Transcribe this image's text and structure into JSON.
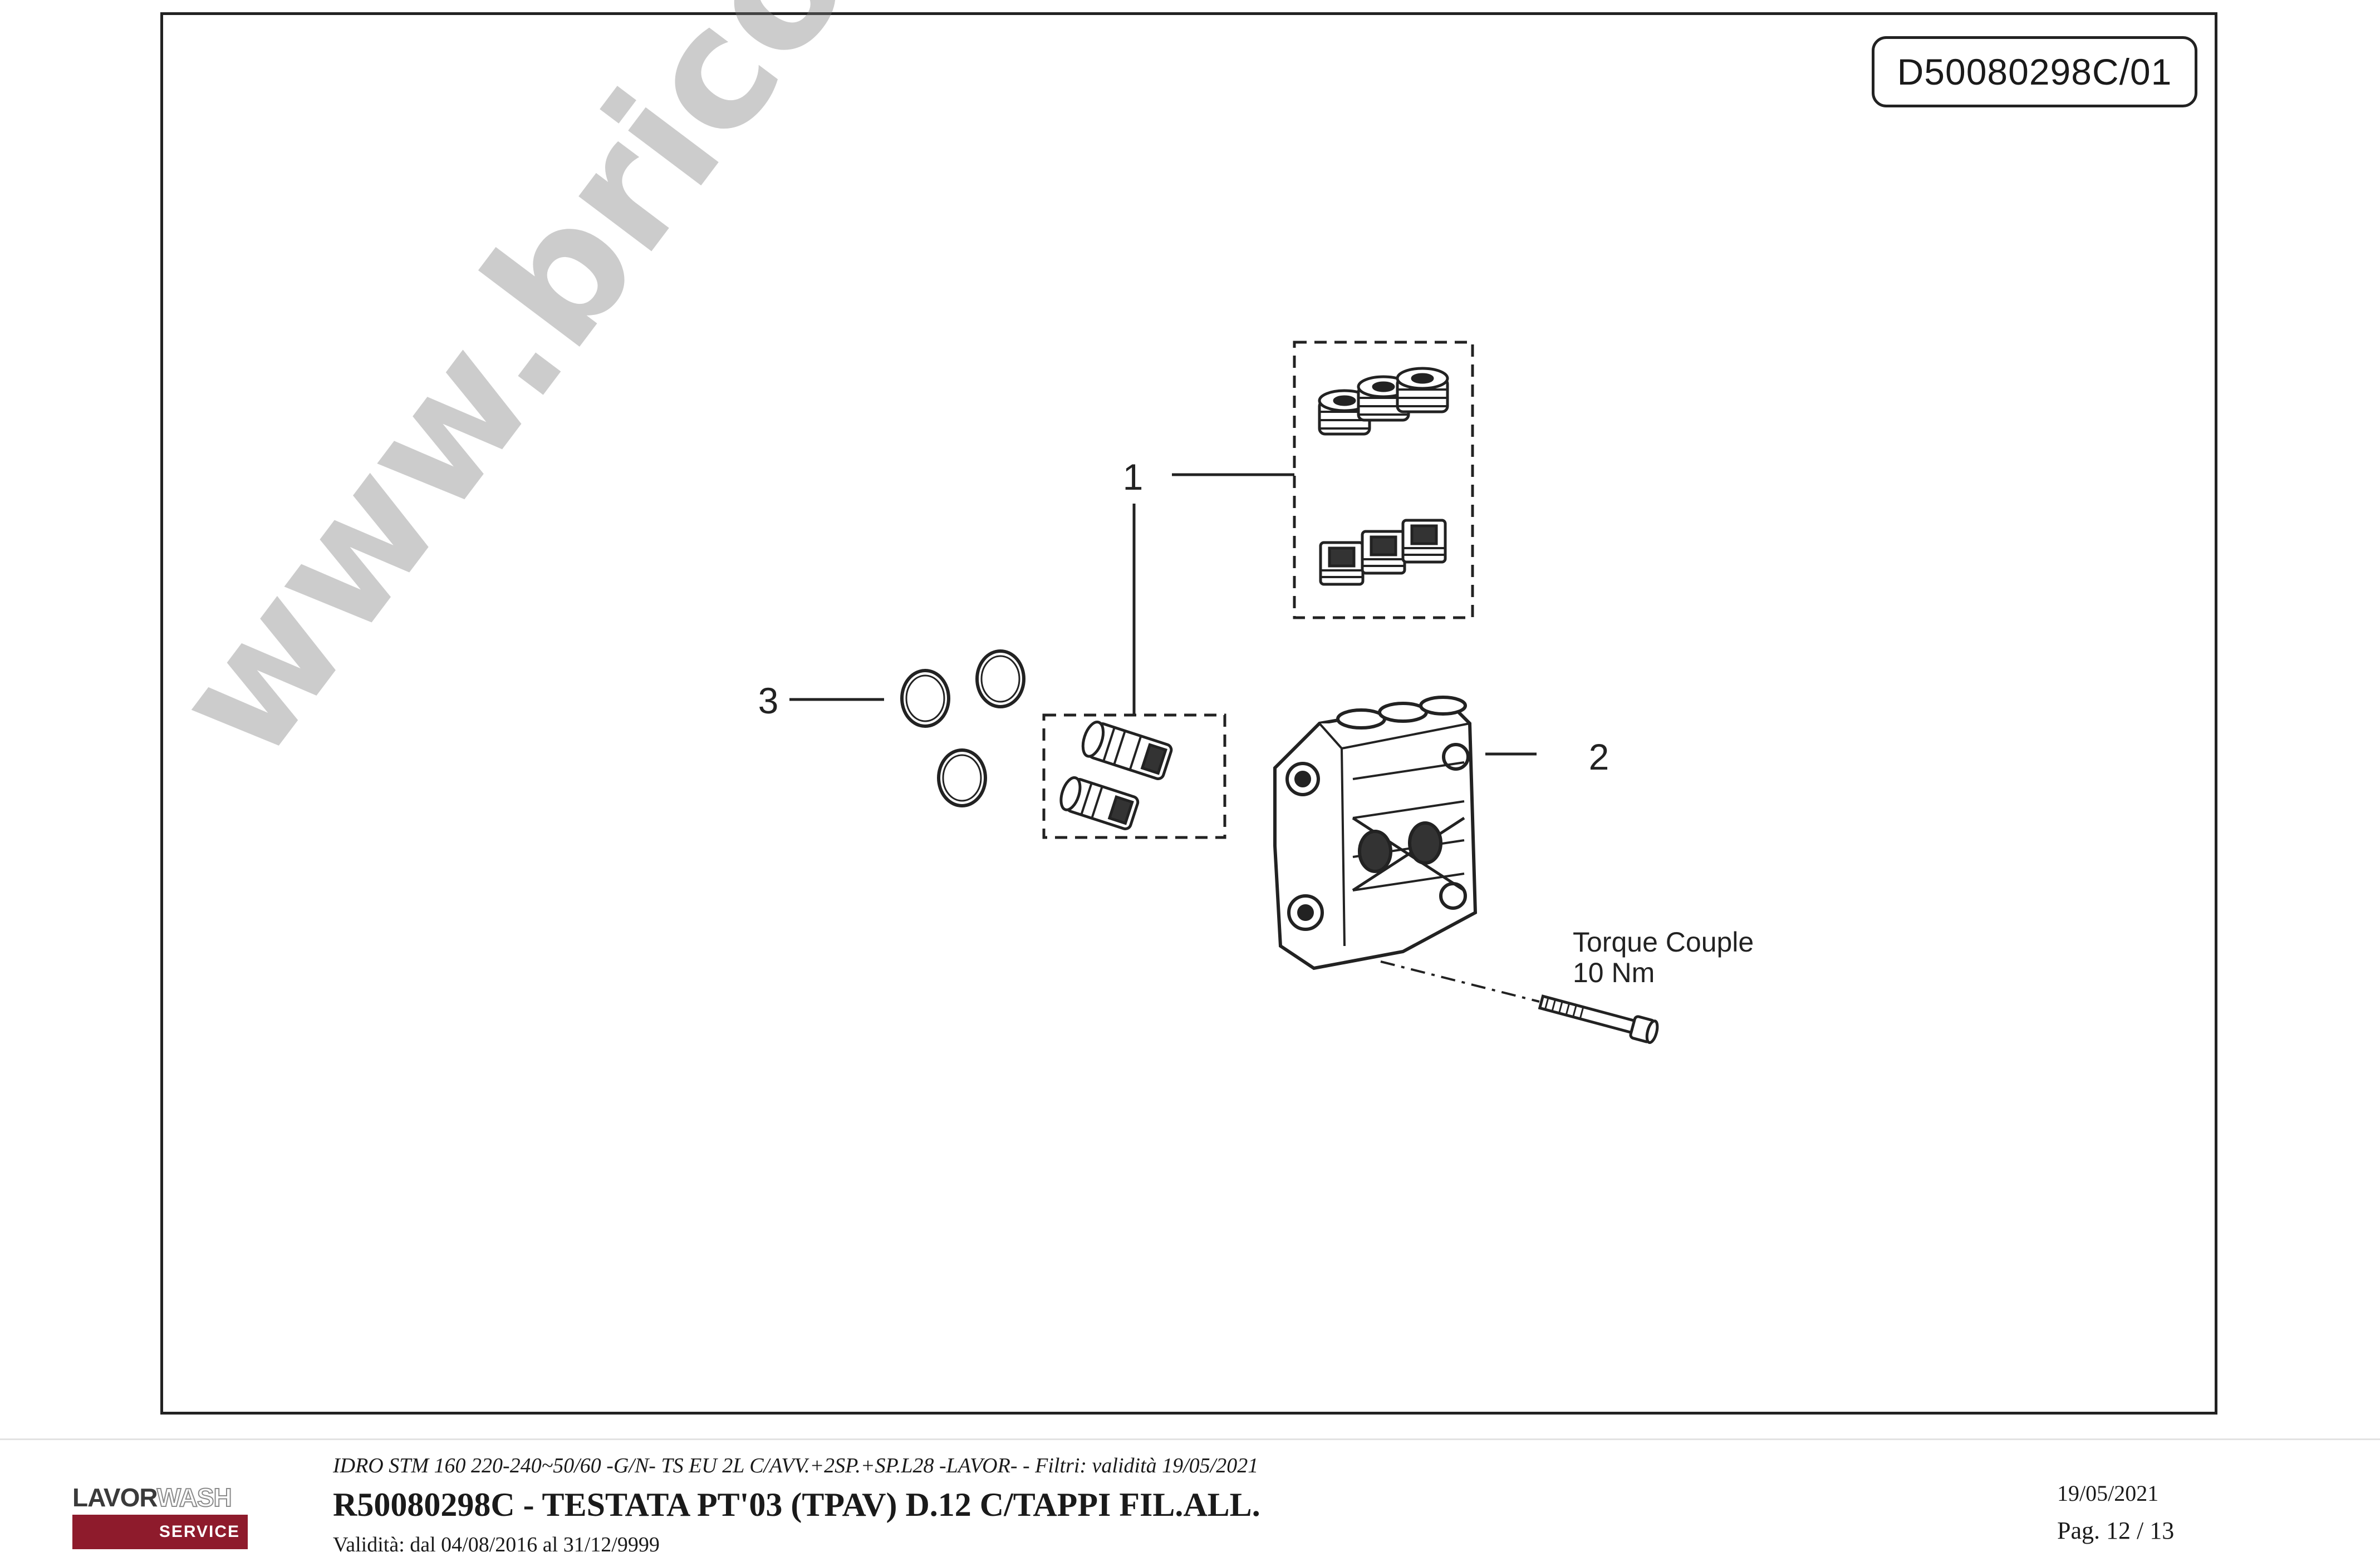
{
  "document": {
    "drawing_code": "D50080298C/01",
    "watermark": "www.bricoutensili.com"
  },
  "diagram": {
    "callouts": [
      {
        "label": "1",
        "part": "valve kit"
      },
      {
        "label": "2",
        "part": "pump head"
      },
      {
        "label": "3",
        "part": "seals"
      }
    ],
    "torque_label_line1": "Torque Couple",
    "torque_label_line2": "10 Nm"
  },
  "footer": {
    "logo_brand_part1": "LAVOR",
    "logo_brand_part2": "WASH",
    "logo_service": "SERVICE",
    "model_line": "IDRO STM 160 220-240~50/60 -G/N- TS EU 2L C/AVV.+2SP.+SP.L28 -LAVOR- - Filtri: validità 19/05/2021",
    "part_title": "R50080298C - TESTATA PT'03 (TPAV) D.12 C/TAPPI FIL.ALL.",
    "validity": "Validità: dal 04/08/2016 al 31/12/9999",
    "date": "19/05/2021",
    "page": "Pag. 12 / 13"
  },
  "colors": {
    "logo_bar": "#8e1b2c",
    "frame": "#222222",
    "watermark": "#8c8c8c"
  }
}
